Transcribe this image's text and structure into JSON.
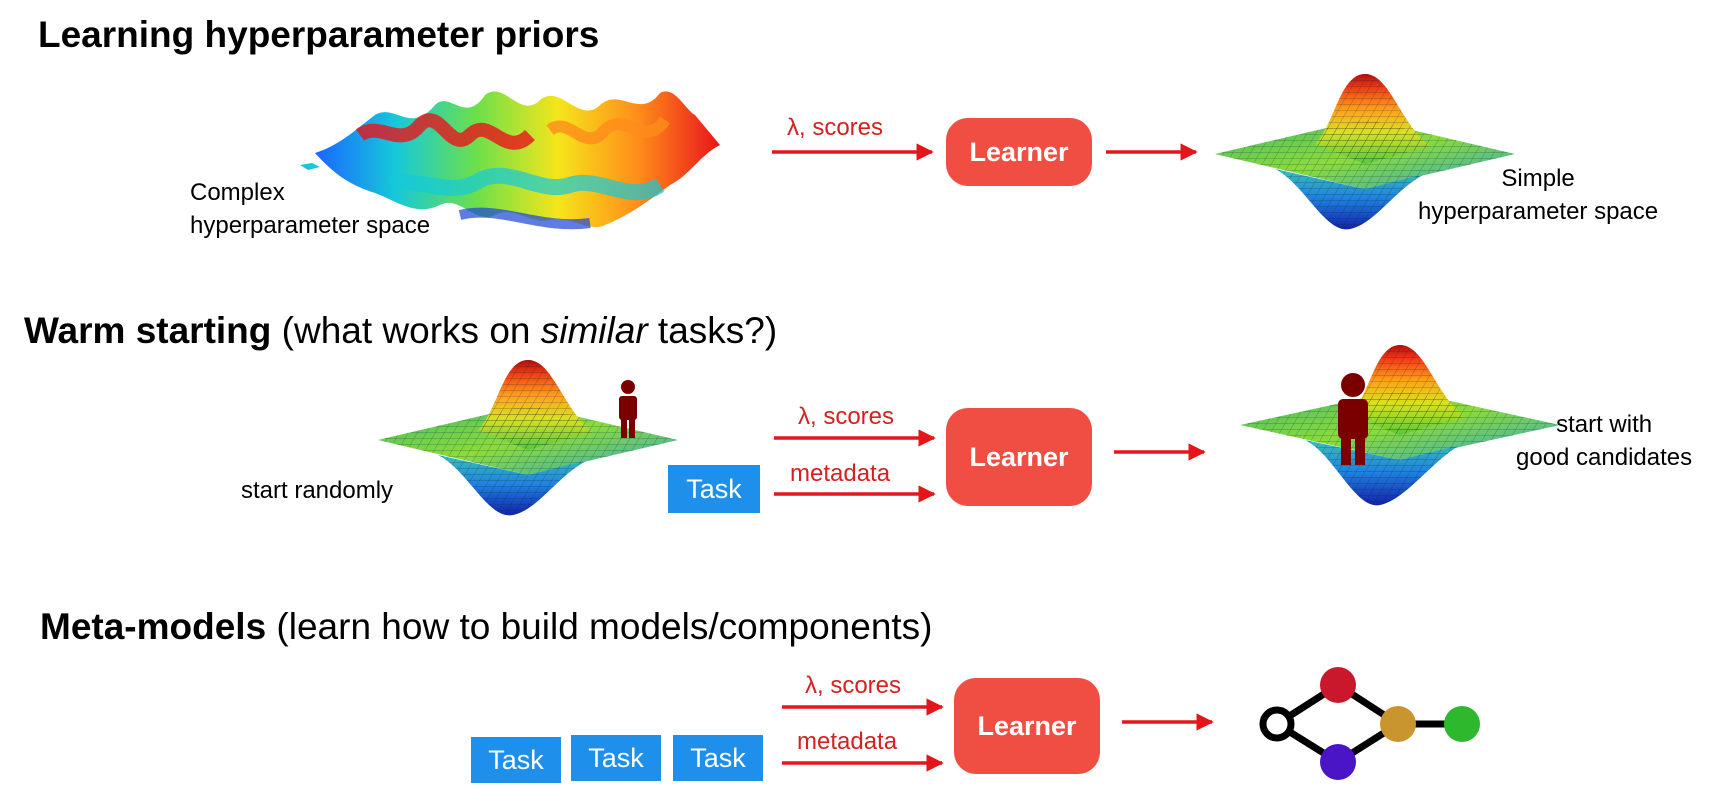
{
  "colors": {
    "arrow": "#e3161c",
    "learner": "#f04e43",
    "task": "#1e90ec",
    "person": "#7a0000"
  },
  "section1": {
    "title": "Learning hyperparameter priors",
    "left_label": [
      "Complex",
      "hyperparameter space"
    ],
    "arrow_label": "λ, scores",
    "learner": "Learner",
    "right_label": [
      "Simple",
      "hyperparameter space"
    ]
  },
  "section2": {
    "title_bold": "Warm starting",
    "title_rest_1": " (what works on ",
    "title_italic": "similar",
    "title_rest_2": " tasks?)",
    "left_label": "start randomly",
    "task": "Task",
    "arrow_label_top": "λ, scores",
    "arrow_label_bottom": "metadata",
    "learner": "Learner",
    "right_label": [
      "start with",
      "good candidates"
    ]
  },
  "section3": {
    "title_bold": "Meta-models",
    "title_rest": " (learn how to build models/components)",
    "tasks": [
      "Task",
      "Task",
      "Task"
    ],
    "arrow_label_top": "λ, scores",
    "arrow_label_bottom": "metadata",
    "learner": "Learner",
    "graph_node_colors": [
      "#ffffff",
      "#c9182b",
      "#4a15c7",
      "#c8952e",
      "#2db82d"
    ]
  }
}
